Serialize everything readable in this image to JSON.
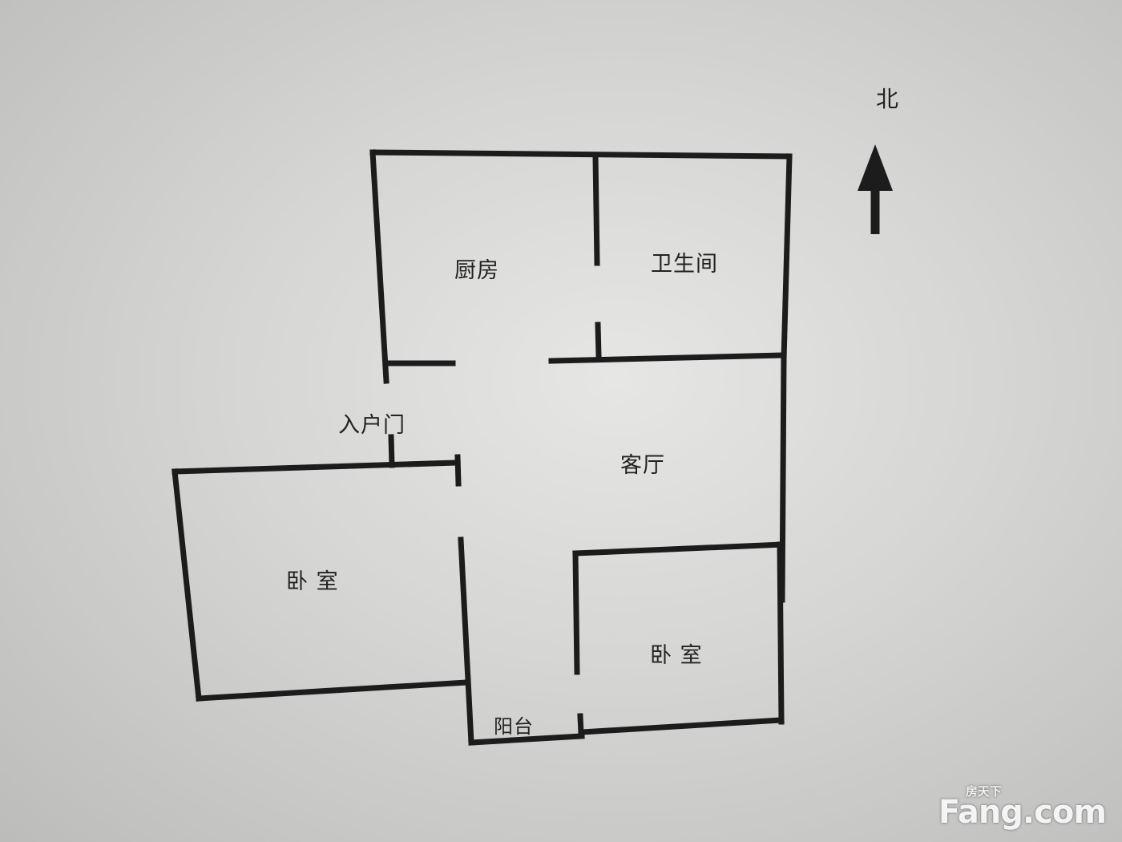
{
  "orientation": {
    "north_label": "北"
  },
  "rooms": {
    "kitchen": "厨房",
    "bathroom": "卫生间",
    "entrance": "入户门",
    "living_room": "客厅",
    "bedroom_1": "卧 室",
    "bedroom_2": "卧 室",
    "balcony": "阳台"
  },
  "watermark": {
    "brand": "Fang.com",
    "brand_cn": "房天下"
  },
  "colors": {
    "wall": "#1c1c1c",
    "background": "#d8d8d6",
    "watermark": "#f4f4f4"
  },
  "icons": {
    "north_arrow": "north-arrow-icon"
  }
}
